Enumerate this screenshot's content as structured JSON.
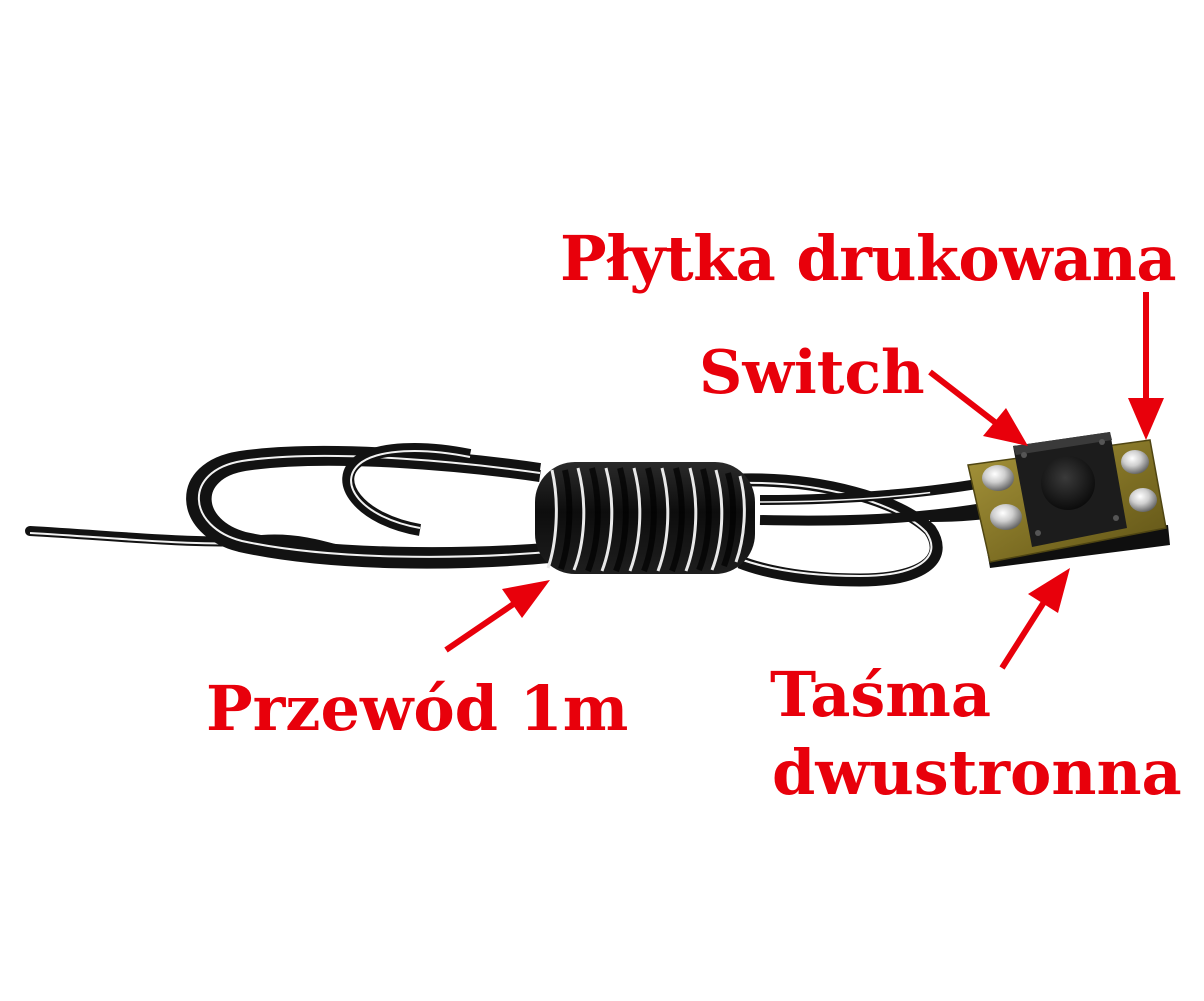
{
  "labels": {
    "printed_circuit_board": "Płytka drukowana",
    "switch": "Switch",
    "wire": "Przewód 1m",
    "tape_line1": "Taśma",
    "tape_line2": "dwustronna"
  },
  "colors": {
    "background": "#ffffff",
    "annotation": "#e8000b",
    "cable": "#121212",
    "cable_stripe": "#f2f2f2",
    "pcb": "#8a7a2a",
    "switch_body": "#1c1c1c",
    "solder": "#c9c9c9",
    "tape": "#0f0f0f"
  }
}
